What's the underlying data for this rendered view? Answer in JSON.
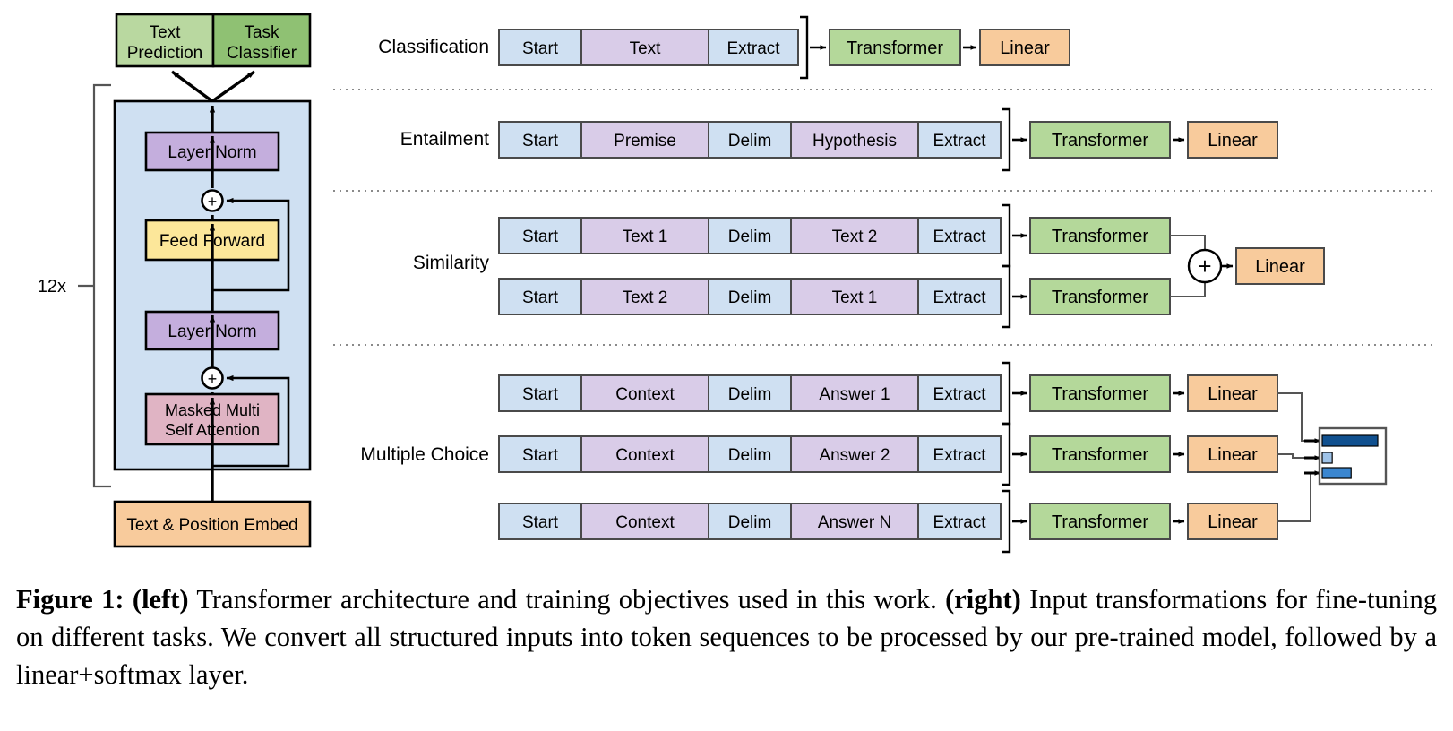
{
  "figure": {
    "caption_prefix": "Figure 1:",
    "caption_bold_left": "(left)",
    "caption_part1": " Transformer architecture and training objectives used in this work. ",
    "caption_bold_right": "(right)",
    "caption_part2": " Input transformations for fine-tuning on different tasks.  We convert all structured inputs into token sequences to be processed by our pre-trained model, followed by a linear+softmax layer."
  },
  "colors": {
    "light_blue_fill": "#cfe0f2",
    "light_blue_block": "#cfe0f2",
    "purple_fill": "#d9cce8",
    "green_light": "#b9d8a0",
    "green_dark": "#8fc173",
    "green_block": "#b4d89a",
    "orange_fill": "#f8cb9c",
    "yellow_fill": "#fce79a",
    "pink_fill": "#e0b4c4",
    "panel_blue": "#cfe0f2",
    "stroke": "#000000",
    "thin_stroke": "#555555",
    "bar_dark_navy": "#10508f",
    "bar_light_blue": "#9fc3e8",
    "bar_mid_blue": "#3a86d0"
  },
  "left_diagram": {
    "outputs": [
      {
        "label_line1": "Text",
        "label_line2": "Prediction",
        "fill": "#b9d8a0"
      },
      {
        "label_line1": "Task",
        "label_line2": "Classifier",
        "fill": "#8fc173"
      }
    ],
    "repeat_label": "12x",
    "blocks": [
      {
        "name": "layer-norm-top",
        "label": "Layer Norm",
        "fill": "#c4aedd"
      },
      {
        "name": "feed-forward",
        "label": "Feed Forward",
        "fill": "#fce79a"
      },
      {
        "name": "layer-norm-bottom",
        "label": "Layer Norm",
        "fill": "#c4aedd"
      },
      {
        "name": "masked-multi-self-attention",
        "label_line1": "Masked Multi",
        "label_line2": "Self Attention",
        "fill": "#e0b4c4"
      }
    ],
    "embed": {
      "label": "Text & Position Embed",
      "fill": "#f8cb9c"
    },
    "add_symbol": "+"
  },
  "right_diagram": {
    "sections": [
      {
        "name": "classification",
        "title": "Classification",
        "rows": [
          {
            "tokens": [
              {
                "label": "Start",
                "type": "special",
                "width": 92
              },
              {
                "label": "Text",
                "type": "content",
                "width": 142
              },
              {
                "label": "Extract",
                "type": "special",
                "width": 100
              }
            ],
            "transformer": "Transformer",
            "linear": "Linear"
          }
        ]
      },
      {
        "name": "entailment",
        "title": "Entailment",
        "rows": [
          {
            "tokens": [
              {
                "label": "Start",
                "type": "special",
                "width": 92
              },
              {
                "label": "Premise",
                "type": "content",
                "width": 142
              },
              {
                "label": "Delim",
                "type": "special",
                "width": 92
              },
              {
                "label": "Hypothesis",
                "type": "content",
                "width": 142
              },
              {
                "label": "Extract",
                "type": "special",
                "width": 92
              }
            ],
            "transformer": "Transformer",
            "linear": "Linear"
          }
        ]
      },
      {
        "name": "similarity",
        "title": "Similarity",
        "combine_symbol": "+",
        "linear": "Linear",
        "rows": [
          {
            "tokens": [
              {
                "label": "Start",
                "type": "special",
                "width": 92
              },
              {
                "label": "Text 1",
                "type": "content",
                "width": 142
              },
              {
                "label": "Delim",
                "type": "special",
                "width": 92
              },
              {
                "label": "Text 2",
                "type": "content",
                "width": 142
              },
              {
                "label": "Extract",
                "type": "special",
                "width": 92
              }
            ],
            "transformer": "Transformer"
          },
          {
            "tokens": [
              {
                "label": "Start",
                "type": "special",
                "width": 92
              },
              {
                "label": "Text 2",
                "type": "content",
                "width": 142
              },
              {
                "label": "Delim",
                "type": "special",
                "width": 92
              },
              {
                "label": "Text 1",
                "type": "content",
                "width": 142
              },
              {
                "label": "Extract",
                "type": "special",
                "width": 92
              }
            ],
            "transformer": "Transformer"
          }
        ]
      },
      {
        "name": "multiple-choice",
        "title": "Multiple Choice",
        "rows": [
          {
            "tokens": [
              {
                "label": "Start",
                "type": "special",
                "width": 92
              },
              {
                "label": "Context",
                "type": "content",
                "width": 142
              },
              {
                "label": "Delim",
                "type": "special",
                "width": 92
              },
              {
                "label": "Answer 1",
                "type": "content",
                "width": 142
              },
              {
                "label": "Extract",
                "type": "special",
                "width": 92
              }
            ],
            "transformer": "Transformer",
            "linear": "Linear"
          },
          {
            "tokens": [
              {
                "label": "Start",
                "type": "special",
                "width": 92
              },
              {
                "label": "Context",
                "type": "content",
                "width": 142
              },
              {
                "label": "Delim",
                "type": "special",
                "width": 92
              },
              {
                "label": "Answer 2",
                "type": "content",
                "width": 142
              },
              {
                "label": "Extract",
                "type": "special",
                "width": 92
              }
            ],
            "transformer": "Transformer",
            "linear": "Linear"
          },
          {
            "tokens": [
              {
                "label": "Start",
                "type": "special",
                "width": 92
              },
              {
                "label": "Context",
                "type": "content",
                "width": 142
              },
              {
                "label": "Delim",
                "type": "special",
                "width": 92
              },
              {
                "label": "Answer N",
                "type": "content",
                "width": 142
              },
              {
                "label": "Extract",
                "type": "special",
                "width": 92
              }
            ],
            "transformer": "Transformer",
            "linear": "Linear"
          }
        ],
        "softmax_chart": {
          "type": "bar",
          "orientation": "horizontal",
          "values": [
            1.0,
            0.18,
            0.52
          ],
          "colors": [
            "#10508f",
            "#9fc3e8",
            "#3a86d0"
          ]
        }
      }
    ]
  }
}
